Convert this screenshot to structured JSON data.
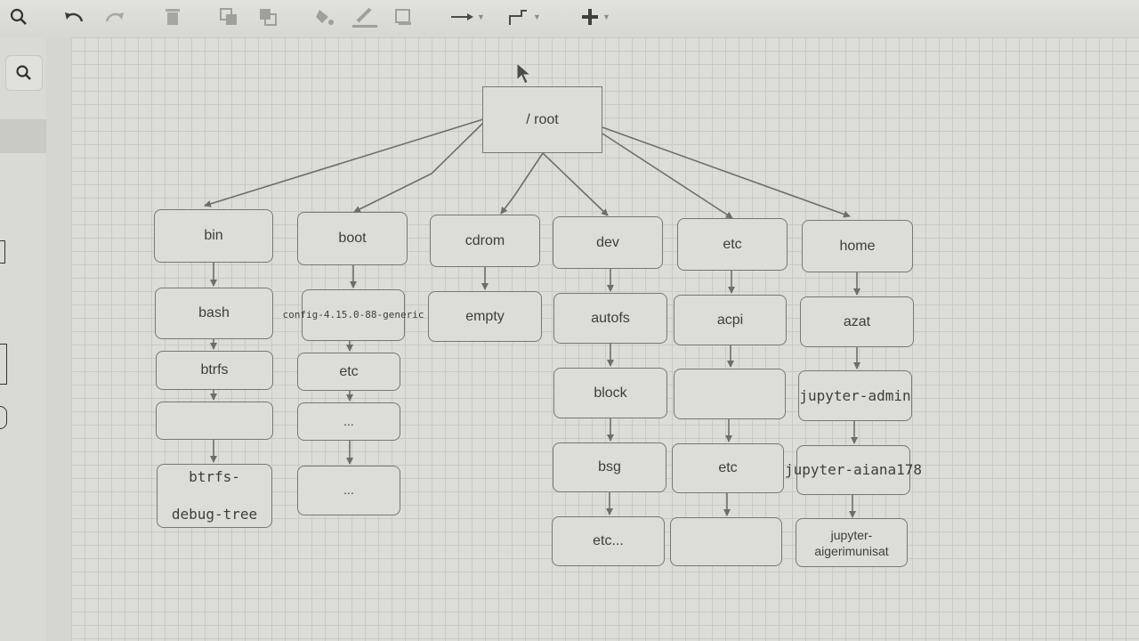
{
  "toolbar": {
    "tools": [
      "zoom-icon",
      "undo-icon",
      "redo-icon",
      "delete-icon",
      "to-front-icon",
      "to-back-icon",
      "fill-color-icon",
      "line-color-icon",
      "shadow-icon",
      "connection-icon",
      "waypoints-icon",
      "insert-icon"
    ]
  },
  "sidebar": {
    "search_icon": "search-icon"
  },
  "diagram": {
    "nodes": [
      {
        "id": "root",
        "label": "/ root"
      },
      {
        "id": "bin",
        "label": "bin"
      },
      {
        "id": "bash",
        "label": "bash"
      },
      {
        "id": "btrfs",
        "label": "btrfs"
      },
      {
        "id": "bin_empty",
        "label": ""
      },
      {
        "id": "btrfs_debug",
        "label": "btrfs-\ndebug-tree"
      },
      {
        "id": "boot",
        "label": "boot"
      },
      {
        "id": "config",
        "label": "config-4.15.0-88-generic"
      },
      {
        "id": "boot_etc",
        "label": "etc"
      },
      {
        "id": "boot_dots1",
        "label": "..."
      },
      {
        "id": "boot_dots2",
        "label": "..."
      },
      {
        "id": "cdrom",
        "label": "cdrom"
      },
      {
        "id": "empty",
        "label": "empty"
      },
      {
        "id": "dev",
        "label": "dev"
      },
      {
        "id": "autofs",
        "label": "autofs"
      },
      {
        "id": "block",
        "label": "block"
      },
      {
        "id": "bsg",
        "label": "bsg"
      },
      {
        "id": "dev_etc",
        "label": "etc..."
      },
      {
        "id": "etc",
        "label": "etc"
      },
      {
        "id": "acpi",
        "label": "acpi"
      },
      {
        "id": "etc_empty1",
        "label": ""
      },
      {
        "id": "etc_etc",
        "label": "etc"
      },
      {
        "id": "etc_empty2",
        "label": ""
      },
      {
        "id": "home",
        "label": "home"
      },
      {
        "id": "azat",
        "label": "azat"
      },
      {
        "id": "jadmin",
        "label": "jupyter-admin"
      },
      {
        "id": "jaiana",
        "label": "jupyter-aiana178"
      },
      {
        "id": "jaigerim",
        "label": "jupyter-\naigerimunisat"
      }
    ]
  },
  "colors": {
    "canvas": "#dcddd7",
    "grid": "#c9cac3",
    "node_border": "#777873",
    "edge": "#6d6e6a",
    "text": "#3d3e3b"
  }
}
